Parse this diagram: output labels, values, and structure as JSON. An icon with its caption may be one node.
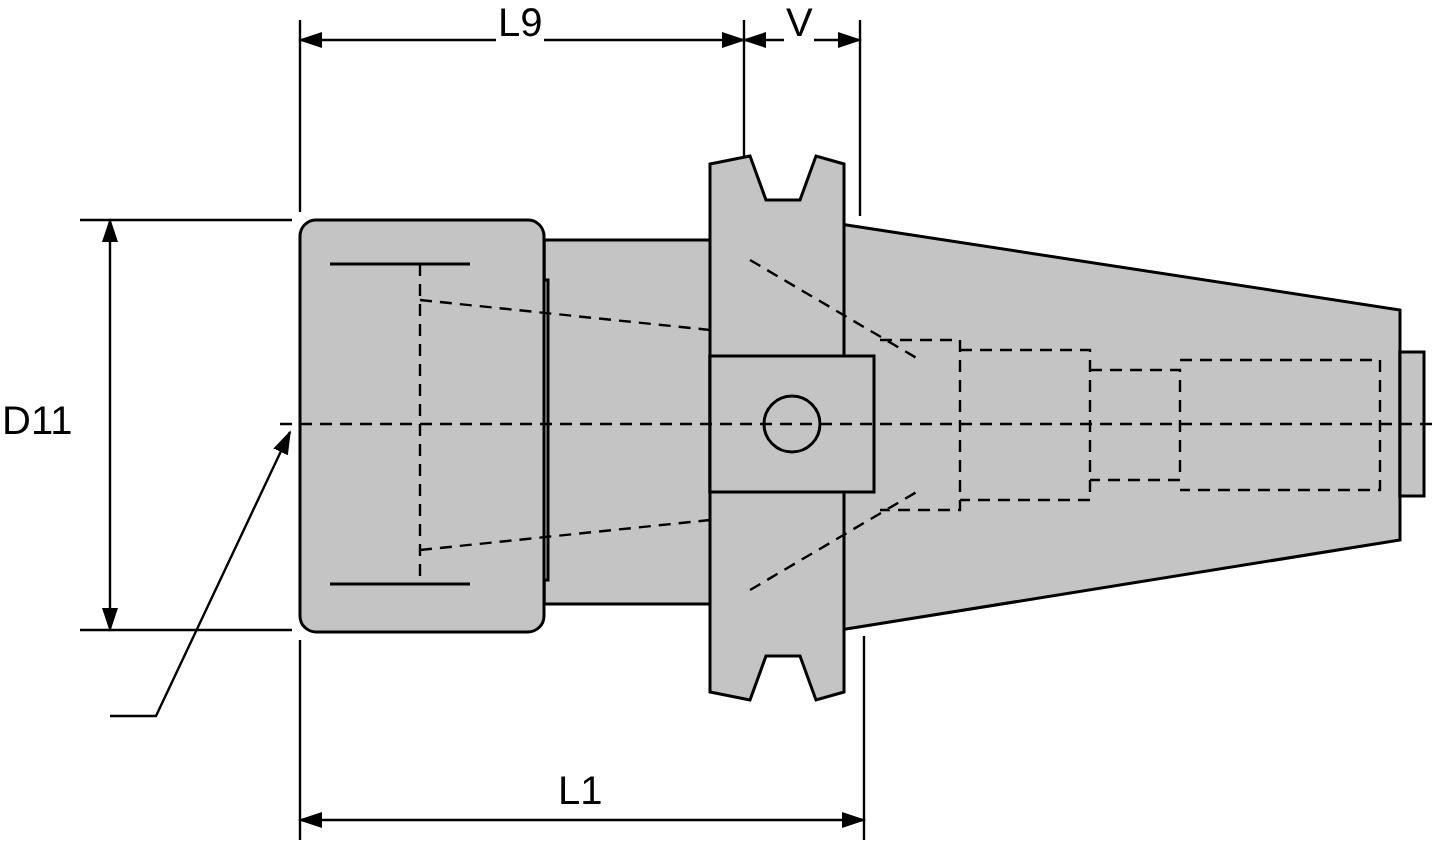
{
  "diagram": {
    "labels": [
      "L9",
      "V",
      "D11",
      "L1"
    ]
  }
}
